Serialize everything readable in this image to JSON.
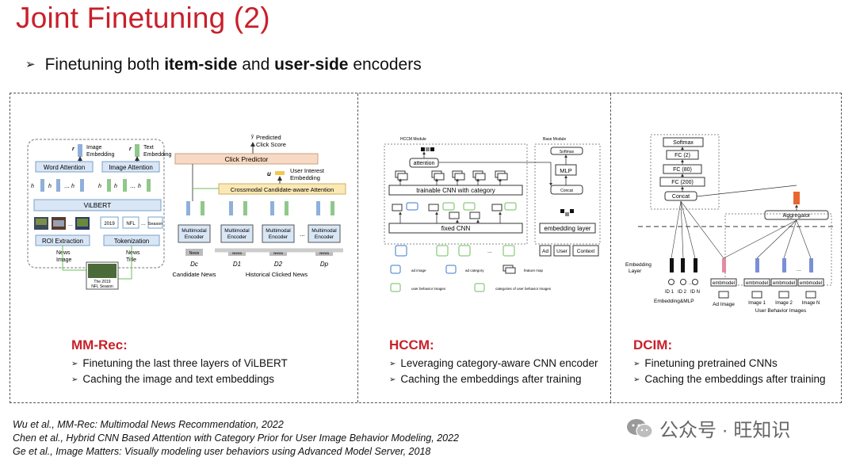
{
  "title": "Joint Finetuning (2)",
  "intro": {
    "prefix": "Finetuning both ",
    "bold1": "item-side",
    "mid": " and ",
    "bold2": "user-side",
    "suffix": " encoders"
  },
  "panels": [
    {
      "name": "MM-Rec:",
      "points": [
        "Finetuning the last three layers of ViLBERT",
        "Caching the image and text embeddings"
      ]
    },
    {
      "name": "HCCM:",
      "points": [
        "Leveraging category-aware CNN encoder",
        "Caching the embeddings after training"
      ]
    },
    {
      "name": "DCIM:",
      "points": [
        "Finetuning pretrained CNNs",
        "Caching the embeddings after training"
      ]
    }
  ],
  "fig1": {
    "image_embedding": "Image\nEmbedding",
    "text_embedding": "Text\nEmbedding",
    "word_attention": "Word Attention",
    "image_attention": "Image Attention",
    "vilbert": "ViLBERT",
    "roi": "ROI Extraction",
    "tokenization": "Tokenization",
    "news_image": "News\nImage",
    "news_title": "News\nTitle",
    "tok1": "2019",
    "tok2": "NFL",
    "tok3": "Season",
    "thumb_caption": "The 2019\nNFL Season",
    "predicted": "Predicted\nClick Score",
    "click_predictor": "Click Predictor",
    "user_interest": "User Interest\nEmbedding",
    "crossmodal": "Crossmodal Candidate-aware Attention",
    "encoder": "Multimodal\nEncoder",
    "news": "News",
    "candidate_news": "Candidate News",
    "historical": "Historical Clicked News",
    "dc": "Dc",
    "d1": "D1",
    "d2": "D2",
    "dp": "Dp",
    "u": "u",
    "dots": "..."
  },
  "fig2": {
    "hccm_module": "HCCM Module",
    "base_module": "Base Module",
    "attention": "attention",
    "trainable": "trainable CNN with category",
    "fixed": "fixed CNN",
    "softmax": "Softmax",
    "mlp": "MLP",
    "concat": "Concat",
    "embedding_layer": "embedding layer",
    "ad": "Ad",
    "user": "User",
    "context": "Context",
    "legend_ad_image": "ad image",
    "legend_ad_category": "ad category",
    "legend_feature_map": "feature map",
    "legend_user_behavior": "user behavior images",
    "legend_categories": "categories of user behavior images"
  },
  "fig3": {
    "softmax": "Softmax",
    "fc2": "FC (2)",
    "fc80": "FC (80)",
    "fc200": "FC (200)",
    "concat": "Concat",
    "aggregator": "Aggregator",
    "embedding_layer": "Embedding\nLayer",
    "embmodel": "embmodel",
    "id1": "ID 1",
    "id2": "ID 2",
    "idn": "ID N",
    "emb_mlp": "Embedding&MLP",
    "ad_image": "Ad Image",
    "image1": "Image 1",
    "image2": "Image 2",
    "imagen": "Image N",
    "user_behavior_images": "User Behavior Images",
    "dots": "..."
  },
  "references": [
    "Wu et al., MM-Rec: Multimodal News Recommendation, 2022",
    "Chen et al., Hybrid CNN Based Attention with Category Prior for User Image Behavior Modeling, 2022",
    "Ge et al., Image Matters: Visually modeling user behaviors using Advanced Model Server, 2018"
  ],
  "watermark": "公众号 · 旺知识",
  "colors": {
    "accent": "#c8202a",
    "blue_box": "#d9e6f5",
    "blue_border": "#7aa0c8",
    "peach": "#f8d9c4",
    "yellow": "#fbe9b5",
    "green": "#6bbf59",
    "orange": "#e8672f"
  }
}
